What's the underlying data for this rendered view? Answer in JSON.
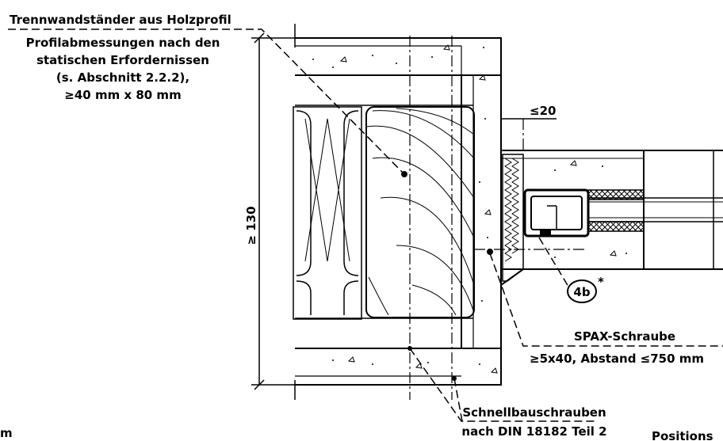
{
  "labels": {
    "stud_title": "Trennwandständer aus Holzprofil",
    "stud_desc_1": "Profilabmessungen nach den",
    "stud_desc_2": "statischen Erfordernissen",
    "stud_desc_3": "(s. Abschnitt 2.2.2),",
    "stud_desc_4": "≥40 mm x 80 mm",
    "dim_height": "≥ 130",
    "dim_gap": "≤20",
    "callout": "4b",
    "callout_star": "*",
    "screw_title": "SPAX-Schraube",
    "screw_spec": "≥5x40, Abstand  ≤750 mm",
    "fast_title": "Schnellbauschrauben",
    "fast_spec": "nach DIN 18182 Teil 2",
    "partial_left": "m",
    "partial_right": "Positions"
  }
}
